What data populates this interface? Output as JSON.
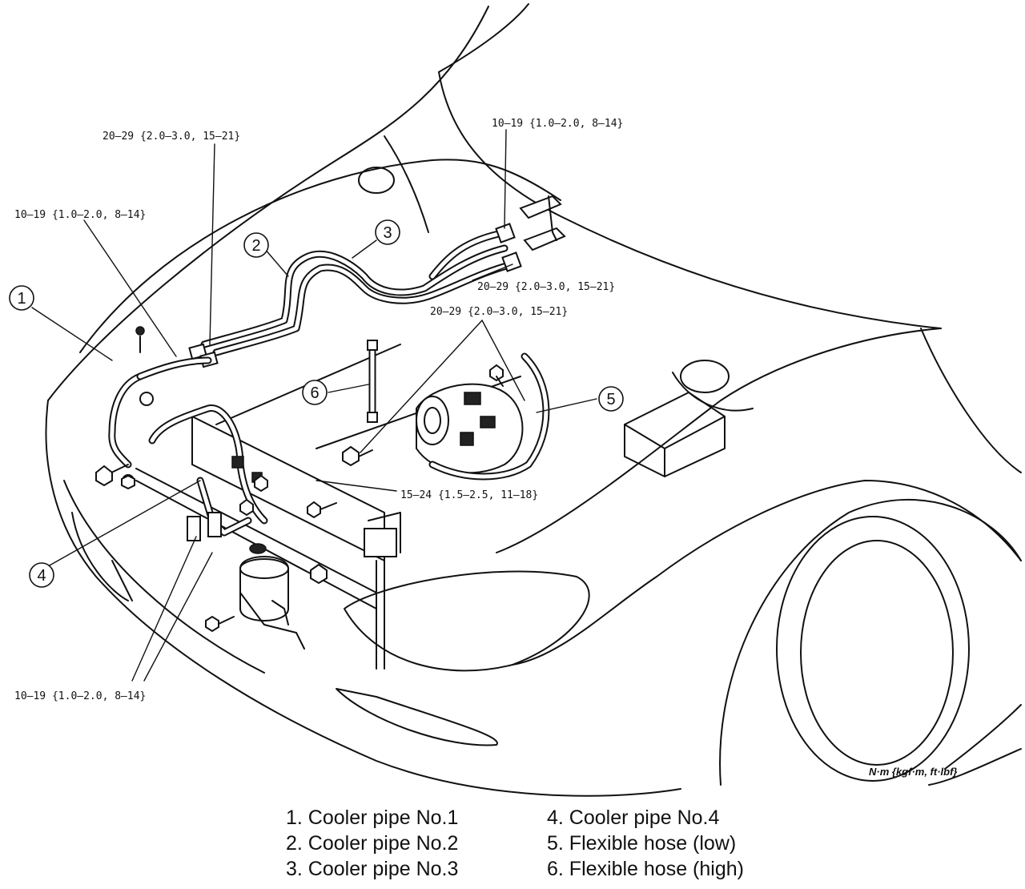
{
  "torque_specs": [
    "20—29 {2.0—3.0, 15—21}",
    "10—19 {1.0—2.0, 8—14}",
    "10—19 {1.0—2.0, 8—14}",
    "20—29 {2.0—3.0, 15—21}",
    "20—29 {2.0—3.0, 15—21}",
    "15—24 {1.5—2.5, 11—18}",
    "10—19 {1.0—2.0, 8—14}"
  ],
  "callouts": [
    "1",
    "2",
    "3",
    "4",
    "5",
    "6"
  ],
  "unit_label": "N·m {kgf·m, ft·lbf}",
  "legend": [
    "1. Cooler pipe No.1",
    "2. Cooler pipe No.2",
    "3. Cooler pipe No.3",
    "4. Cooler pipe No.4",
    "5. Flexible hose (low)",
    "6. Flexible hose (high)"
  ]
}
